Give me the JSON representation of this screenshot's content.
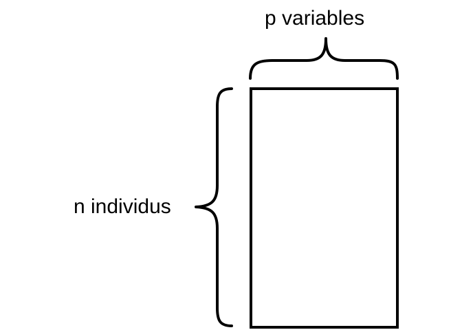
{
  "diagram": {
    "columns_label": "p variables",
    "rows_label": "n individus"
  },
  "icons": {
    "top_brace": "curly-brace-horizontal",
    "left_brace": "curly-brace-vertical"
  },
  "colors": {
    "stroke": "#000000",
    "background": "#ffffff"
  }
}
